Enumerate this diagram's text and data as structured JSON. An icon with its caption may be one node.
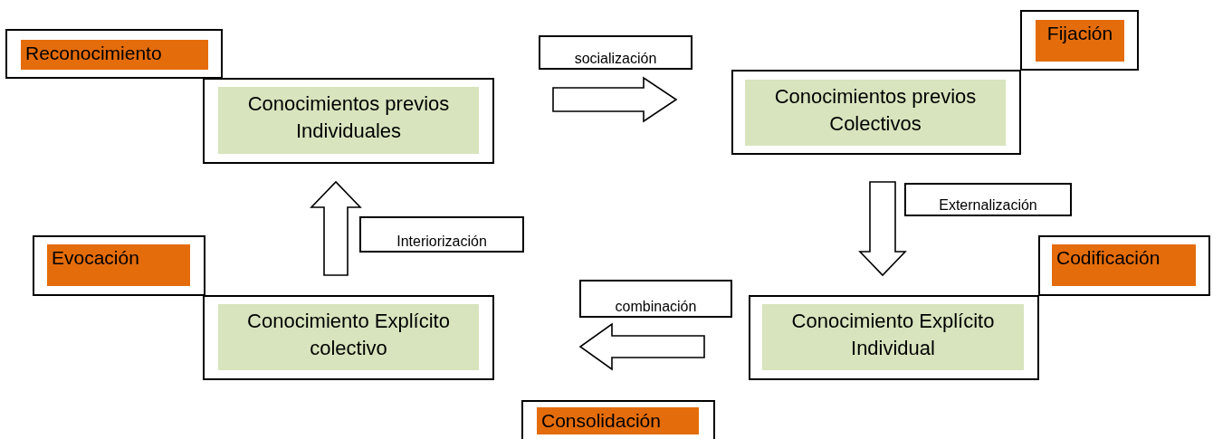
{
  "diagram": {
    "nodes": [
      {
        "text": [
          "Reconocimiento"
        ]
      },
      {
        "text": [
          "socialización"
        ]
      },
      {
        "text": [
          "Fijación"
        ]
      },
      {
        "text": [
          "Conocimientos previos Individuales"
        ]
      },
      {
        "text": [
          "Conocimientos previos Colectivos"
        ]
      },
      {
        "text": [
          "Externalización"
        ]
      },
      {
        "text": [
          "Interiorización"
        ]
      },
      {
        "text": [
          "Evocación"
        ]
      },
      {
        "text": [
          "Codificación"
        ]
      },
      {
        "text": [
          "combinación"
        ]
      },
      {
        "text": [
          "Conocimiento Explícito colectivo"
        ]
      },
      {
        "text": [
          "Conocimiento Explícito Individual"
        ]
      },
      {
        "text": [
          "Consolidación"
        ]
      }
    ],
    "edges": [
      {
        "from": 3,
        "to": 4,
        "arrow": "to"
      },
      {
        "from": 4,
        "to": 11,
        "arrow": "to"
      },
      {
        "from": 11,
        "to": 10,
        "arrow": "to"
      },
      {
        "from": 10,
        "to": 3,
        "arrow": "to"
      }
    ]
  }
}
